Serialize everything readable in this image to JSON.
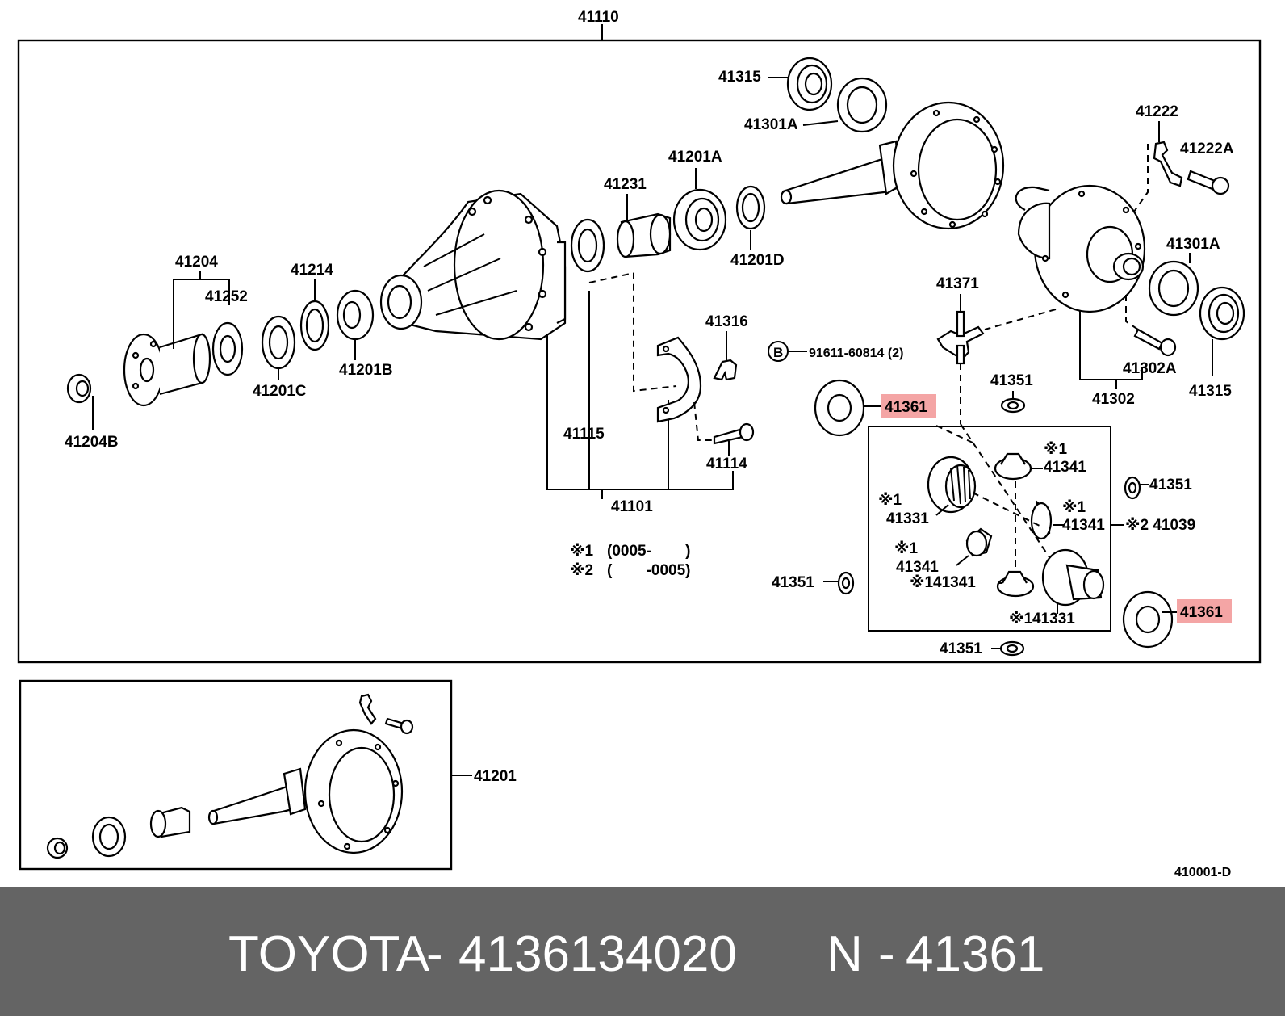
{
  "labels": {
    "assembly": "41110",
    "companion_flange": "41204",
    "flange_nut": "41204B",
    "deflector": "41252",
    "oil_seal": "41214",
    "rear_bearing_front": "41201C",
    "rear_bearing_rear": "41201B",
    "carrier": "41115",
    "carrier_sub": "41101",
    "spacer": "41231",
    "front_bearing": "41201A",
    "washer_d": "41201D",
    "bearing_cap_lock": "41316",
    "cap_bolt": "41114",
    "side_bearing_top": "41315",
    "side_bearing_race_top": "41301A",
    "lock_plate": "41222",
    "lock_bolt": "41222A",
    "side_bearing_race_right": "41301A",
    "case_bolt": "41302A",
    "diff_case": "41302",
    "side_bearing_right": "41315",
    "pinion_shaft": "41371",
    "bolt_circle": "B",
    "bolt_ref": "91611-60814 (2)",
    "thrust_washer_a": "41351",
    "thrust_washer_b": "41351",
    "thrust_washer_c": "41351",
    "thrust_washer_d": "41351",
    "side_gear_thrust_a": "41361",
    "side_gear_thrust_b": "41361",
    "pinion_top_mark": "※1",
    "pinion_top": "41341",
    "pinion_right_mark": "※1",
    "pinion_right": "41341",
    "side_gear_left_mark": "※1",
    "side_gear_left": "41331",
    "pinion_left_mark": "※1",
    "pinion_left": "41341",
    "pinion_bottom": "※141341",
    "side_gear_bottom": "※141331",
    "kit": "※2 41039",
    "note1_mark": "※1",
    "note1_range": "(0005-        )",
    "note2_mark": "※2",
    "note2_range": "(        -0005)",
    "ring_pinion_kit": "41201",
    "diagram_code": "410001-D"
  },
  "footer": {
    "brand": "TOYOTA",
    "sep1": "-",
    "part_number": "4136134020",
    "ref_prefix": "N",
    "sep2": "-",
    "ref_number": "41361"
  },
  "colors": {
    "highlight": "#f4a5a5",
    "footer_bg": "#646464",
    "footer_text": "#ffffff",
    "line": "#000000"
  }
}
